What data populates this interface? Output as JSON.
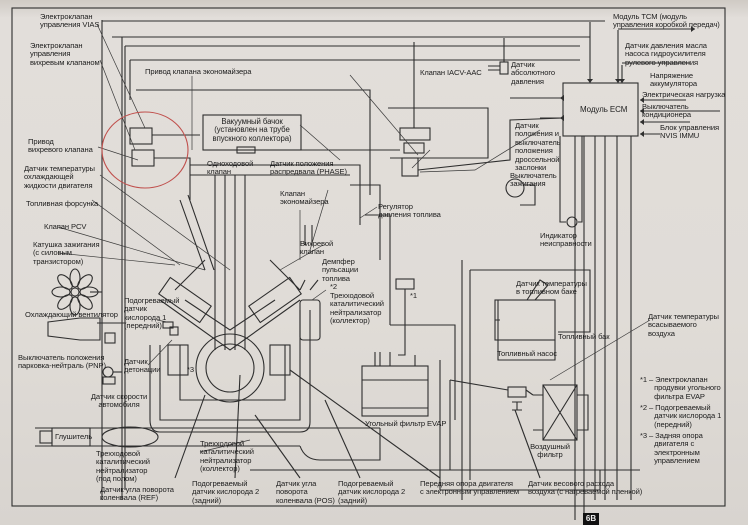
{
  "diagram": {
    "title": "Схема системы управления двигателем",
    "labels": {
      "viasSolenoid": "Электроклапан\nуправления VIAS",
      "swirlSolenoid": "Электроклапан\nуправления\nвихревым клапаном",
      "economizerActuator": "Привод клапана экономайзера",
      "vacuumTank": "Вакуумный бачок\n(установлен на трубе\nвпускного коллектора)",
      "checkValve": "Одноходовой\nклапан",
      "camSensor": "Датчик положения\nраспредвала (PHASE)",
      "iacv": "Клапан IACV-AAC",
      "mapSensor": "Датчик\nабсолютного\nдавления",
      "tpsSwitch": "Датчик\nположения и\nвыключатель\nположения\nдроссельной\nзаслонки",
      "ignitionSwitch": "Выключатель\nзажигания",
      "ecm": "Модуль ECM",
      "tcm": "Модуль TCM (модуль\nуправления коробкой передач)",
      "psPressure": "Датчик давления масла\nнасоса гидроусилителя\nрулевого управления",
      "battery": "Напряжение\nаккумулятора",
      "electricLoad": "Электрическая нагрузка",
      "acSwitch": "Выключатель\nкондиционера",
      "nvis": "Блок управления\nNVIS IMMU",
      "swirlActuator": "Привод\nвихревого клапана",
      "coolantTemp": "Датчик температуры\nохлаждающей\nжидкости двигателя",
      "injector": "Топливная форсунка",
      "pcv": "Клапан PCV",
      "coil": "Катушка зажигания\n(с силовым\nтранзистором)",
      "economizerValve": "Клапан\nэкономайзера",
      "fuelRegulator": "Регулятор\nдавления топлива",
      "swirlValve": "Вихревой\nклапан",
      "pulseDamper": "Демпфер\nпульсации\nтоплива",
      "malfunction": "Индикатор\nнеисправности",
      "fan": "Охлаждающий вентилятор",
      "o2Front": "Подогреваемый\nдатчик\nкислорода 1\n(передний)",
      "pnp": "Выключатель положения\nпарковка-нейтраль (PNP)",
      "knock": "Датчик\nдетонации",
      "speed": "Датчик скорости\nавтомобиля",
      "muffler": "Глушитель",
      "catUnder": "Трехходовой\nкаталитический\nнейтрализатор\n(под полом)",
      "catManifold": "Трехходовой\nкаталитический\nнейтрализатор\n(коллектор)",
      "catManifold2": "Трехходовой\nкаталитический\nнейтрализатор\n(коллектор)",
      "refSensor": "Датчик угла поворота\nколенвала (REF)",
      "o2Rear1": "Подогреваемый\nдатчик кислорода 2\n(задний)",
      "posSensor": "Датчик угла\nповорота\nколенвала (POS)",
      "o2Rear2": "Подогреваемый\nдатчик кислорода 2\n(задний)",
      "frontMount": "Передняя опора двигателя\nс электронным управлением",
      "mafSensor": "Датчик весового расхода\nвоздуха (с нагреваемой пленкой)",
      "evapCanister": "Угольный фильтр EVAP",
      "airFilter": "Воздушный\nфильтр",
      "fuelTankTemp": "Датчик температуры\nв топливном баке",
      "fuelTank": "Топливный бак",
      "fuelPump": "Топливный насос",
      "intakeAirTemp": "Датчик температуры\nвсасываемого\nвоздуха",
      "mark1": "*1",
      "mark2": "*2",
      "mark3": "*3"
    },
    "notes": [
      "*1 – Электроклапан\n       продувки угольного\n       фильтра EVAP",
      "*2 – Подогреваемый\n       датчик кислорода 1\n       (передний)",
      "*3 – Задняя опора\n       двигателя с\n       электронным\n       управлением"
    ],
    "page_badge": "6B",
    "colors": {
      "line": "#2a2a2a",
      "highlight": "#c0504d",
      "paper": "#dcd8d3"
    }
  }
}
